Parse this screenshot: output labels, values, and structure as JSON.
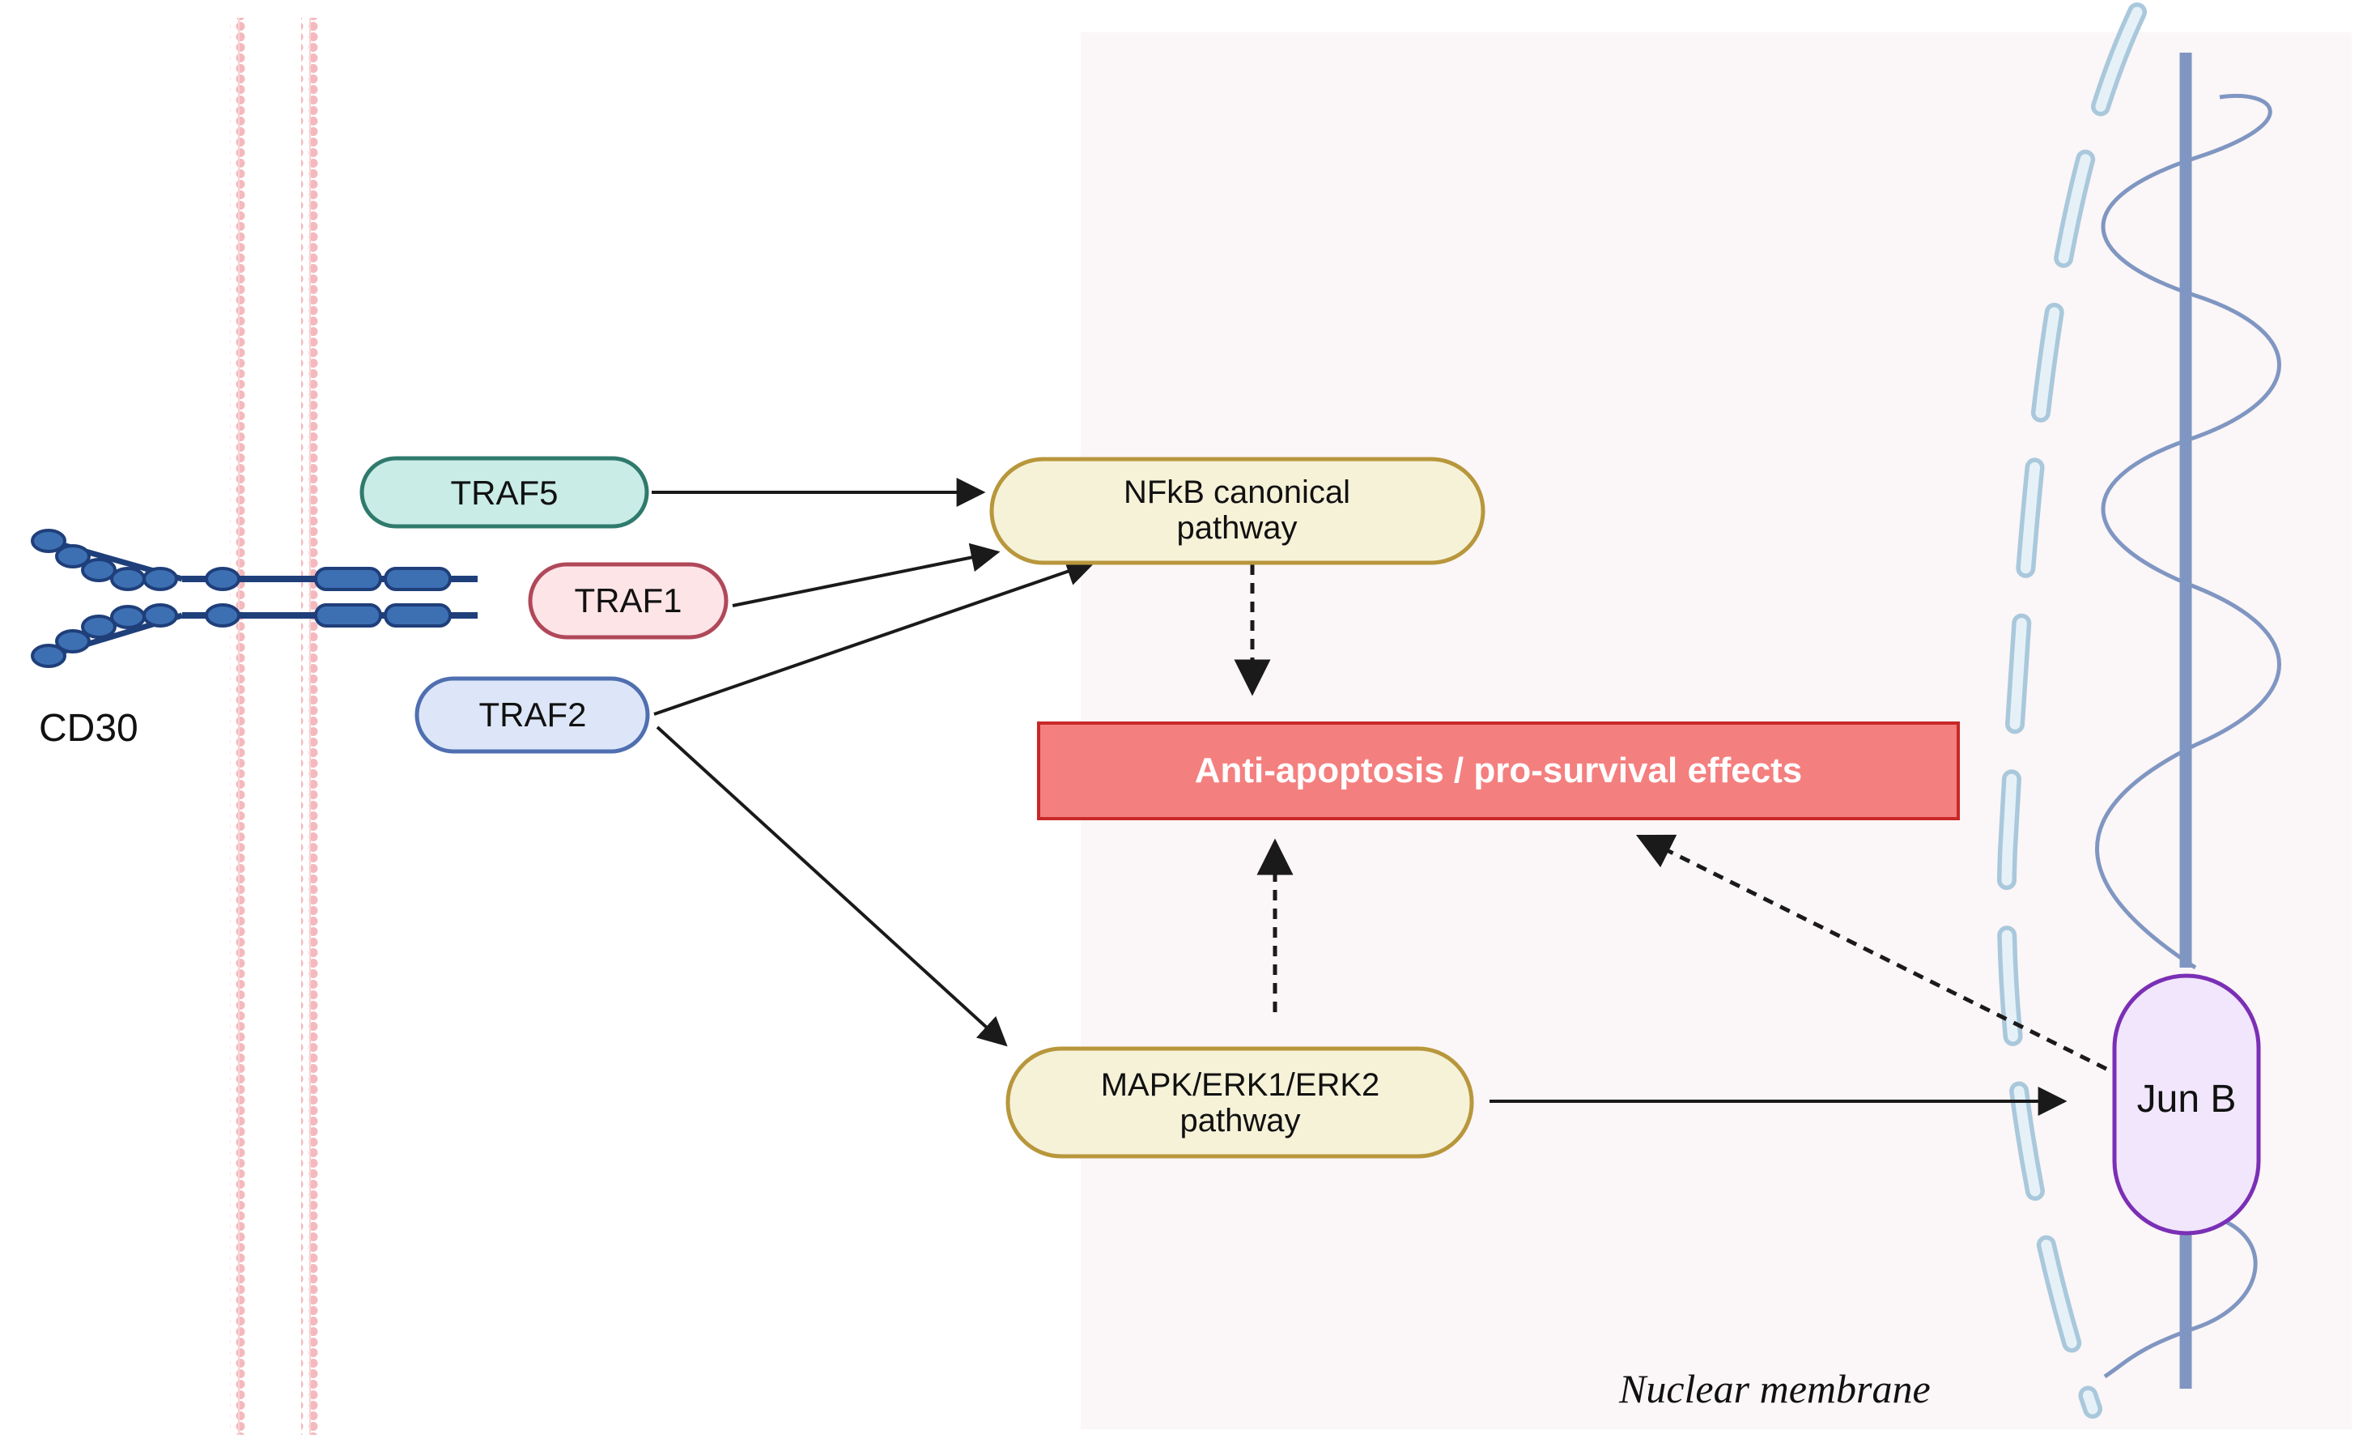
{
  "labels": {
    "cd30": "CD30",
    "traf5": "TRAF5",
    "traf1": "TRAF1",
    "traf2": "TRAF2",
    "nfkb_line1": "NFkB canonical",
    "nfkb_line2": "pathway",
    "anti_apoptosis": "Anti-apoptosis / pro-survival effects",
    "mapk_line1": "MAPK/ERK1/ERK2",
    "mapk_line2": "pathway",
    "junb": "Jun B",
    "nuclear_membrane": "Nuclear membrane"
  },
  "colors": {
    "traf5_fill": "#c9ece6",
    "traf5_stroke": "#2f7a6c",
    "traf1_fill": "#fde4e7",
    "traf1_stroke": "#b0485a",
    "traf2_fill": "#dde6f8",
    "traf2_stroke": "#4f6fb0",
    "pathway_fill": "#f6f2d8",
    "pathway_stroke": "#b8973c",
    "effect_fill": "#f47f7f",
    "effect_stroke": "#c82828",
    "junb_fill": "#f1e6fb",
    "junb_stroke": "#7b2fb5",
    "nucleus_bg": "#fbf6f7",
    "membrane_dots": "#f4b9bd",
    "receptor": "#3d6fb3",
    "dna": "#8096c2",
    "nuclear_membrane_dash": "#cfe3ee"
  }
}
